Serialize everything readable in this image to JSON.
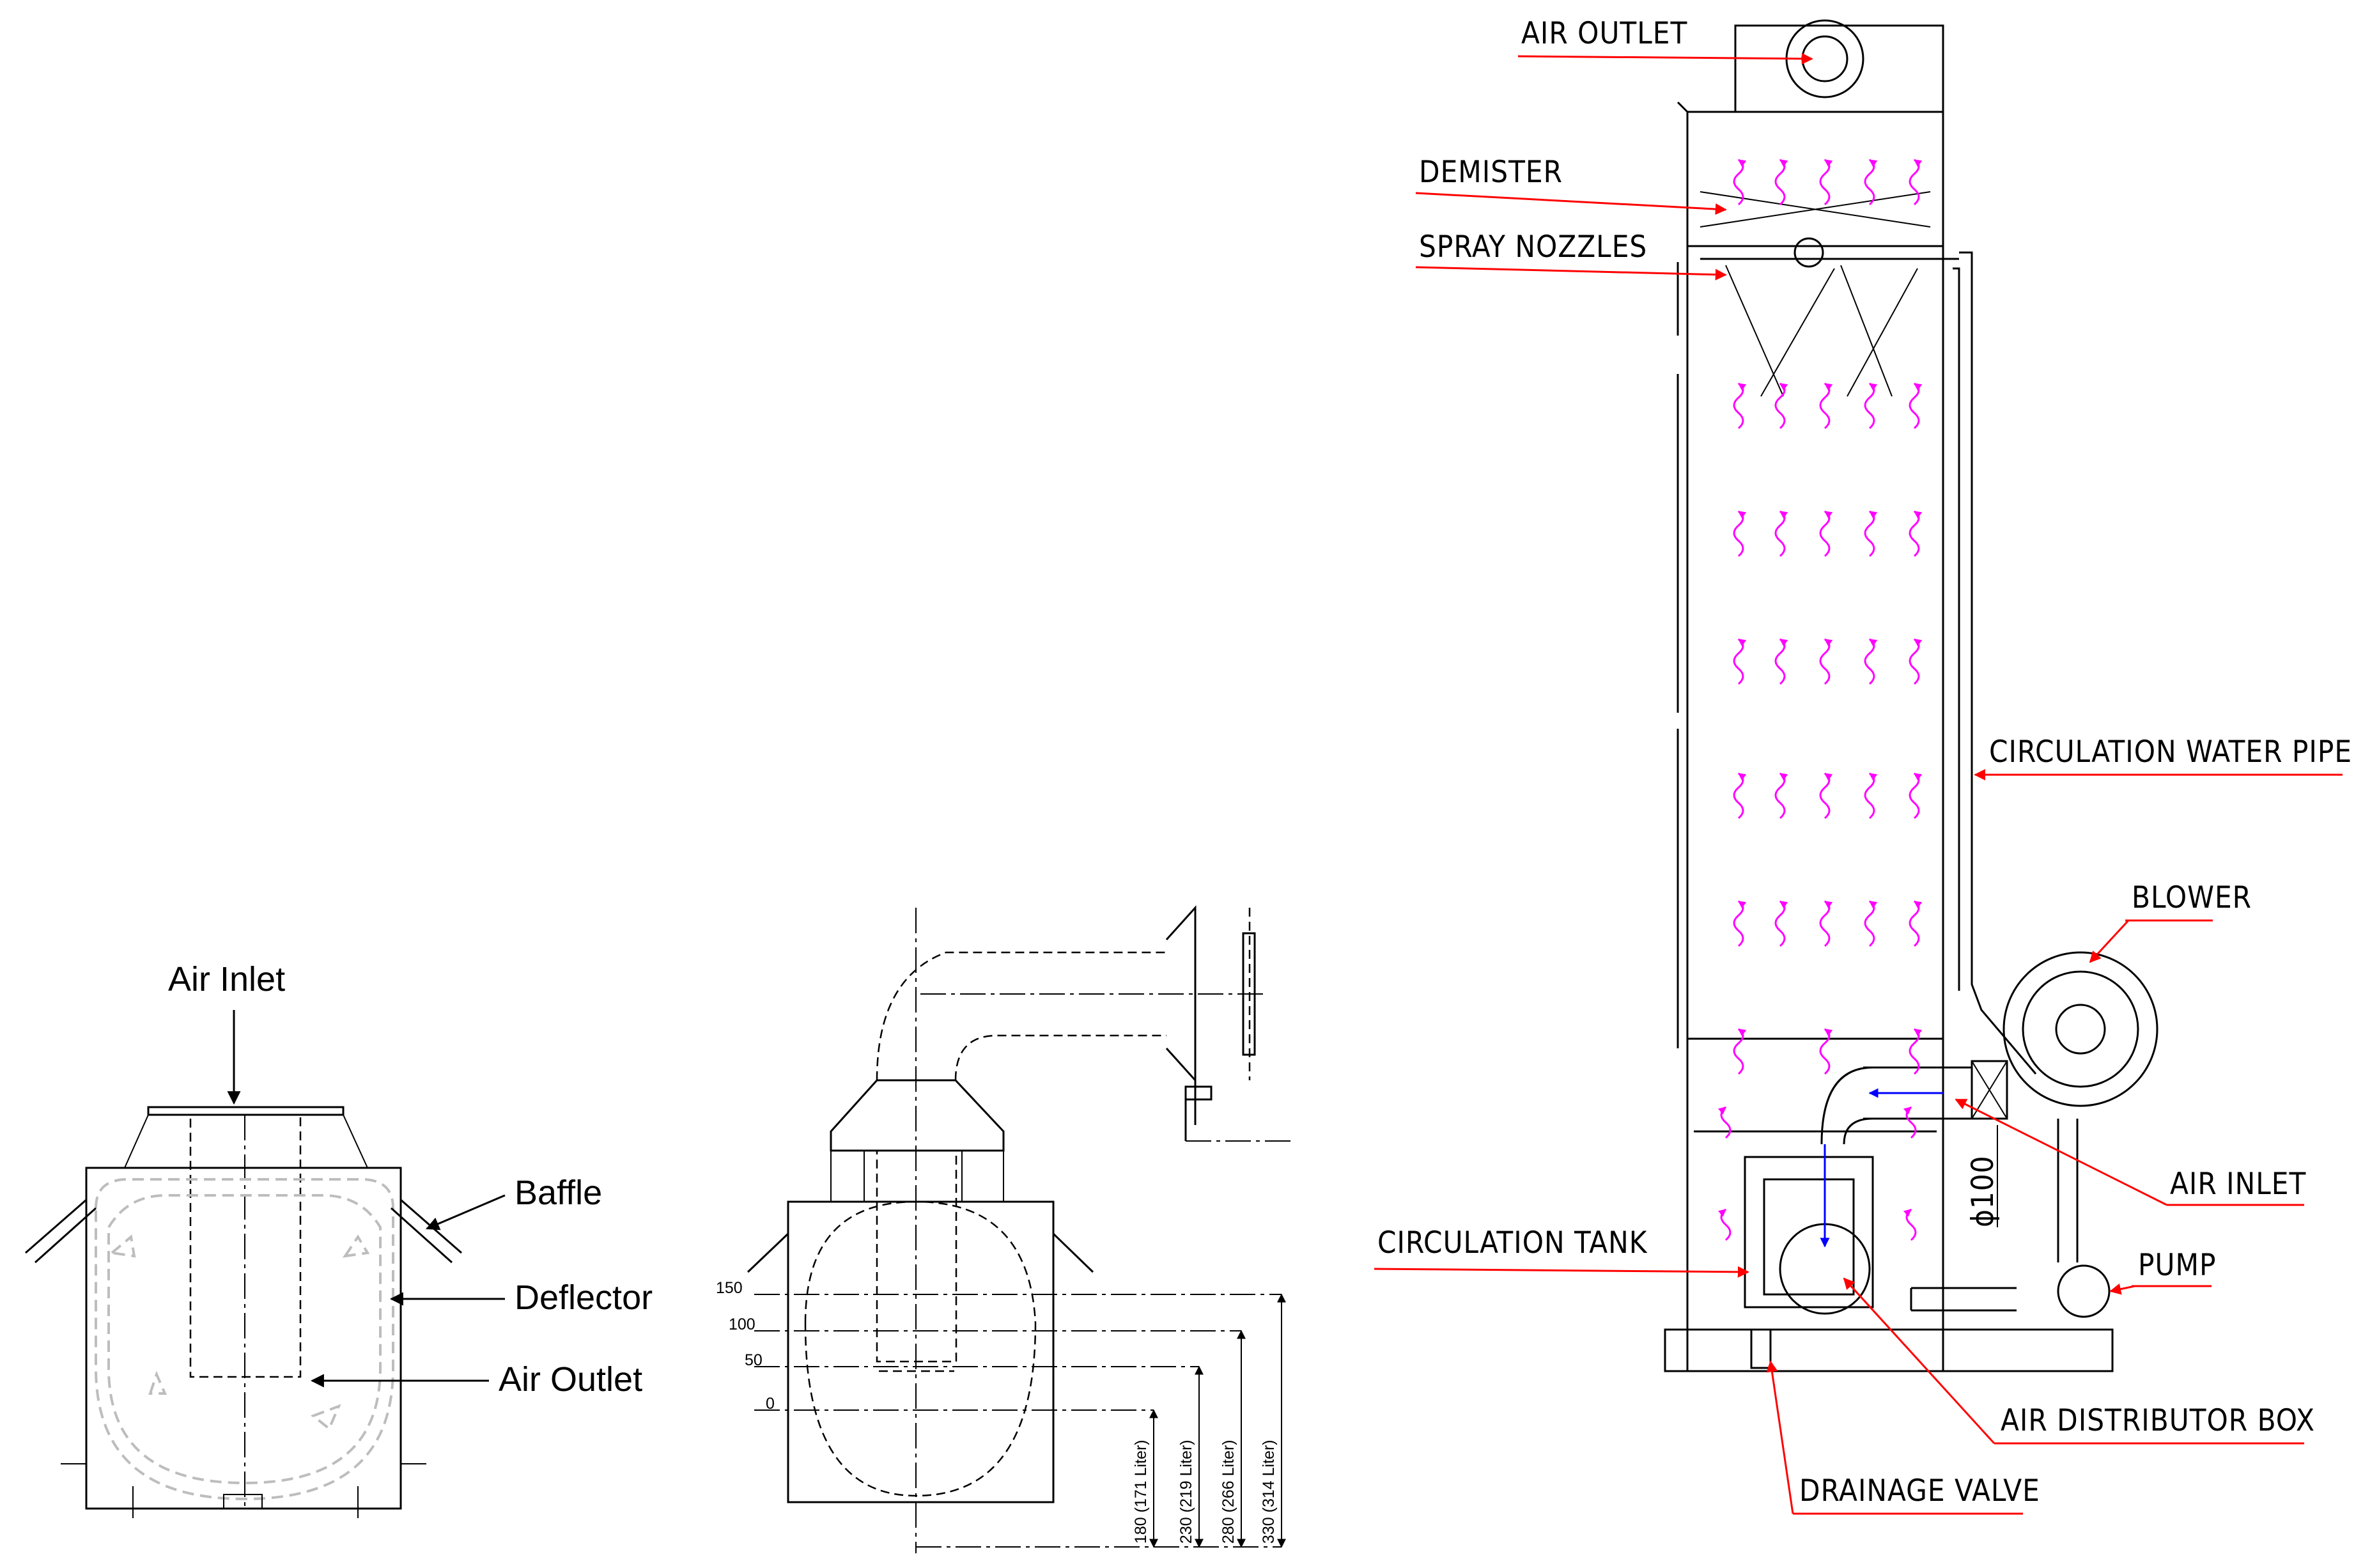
{
  "left_diagram": {
    "air_inlet": "Air Inlet",
    "baffle": "Baffle",
    "deflector": "Deflector",
    "air_outlet": "Air Outlet"
  },
  "middle_diagram": {
    "levels": [
      "150",
      "100",
      "50",
      "0"
    ],
    "volume_dims": [
      "180 (171 Liter)",
      "230 (219 Liter)",
      "280 (266 Liter)",
      "330 (314 Liter)"
    ]
  },
  "right_diagram": {
    "air_outlet": "AIR OUTLET",
    "demister": "DEMISTER",
    "spray_nozzles": "SPRAY NOZZLES",
    "circulation_water_pipe": "CIRCULATION WATER PIPE",
    "blower": "BLOWER",
    "air_inlet": "AIR INLET",
    "pump": "PUMP",
    "circulation_tank": "CIRCULATION TANK",
    "air_distributor_box": "AIR DISTRIBUTOR BOX",
    "drainage_valve": "DRAINAGE VALVE",
    "dia": "ϕ100"
  },
  "colors": {
    "leader": "#ff0000",
    "airflow": "#ff00ff",
    "flow_arrow": "#0000ff"
  }
}
